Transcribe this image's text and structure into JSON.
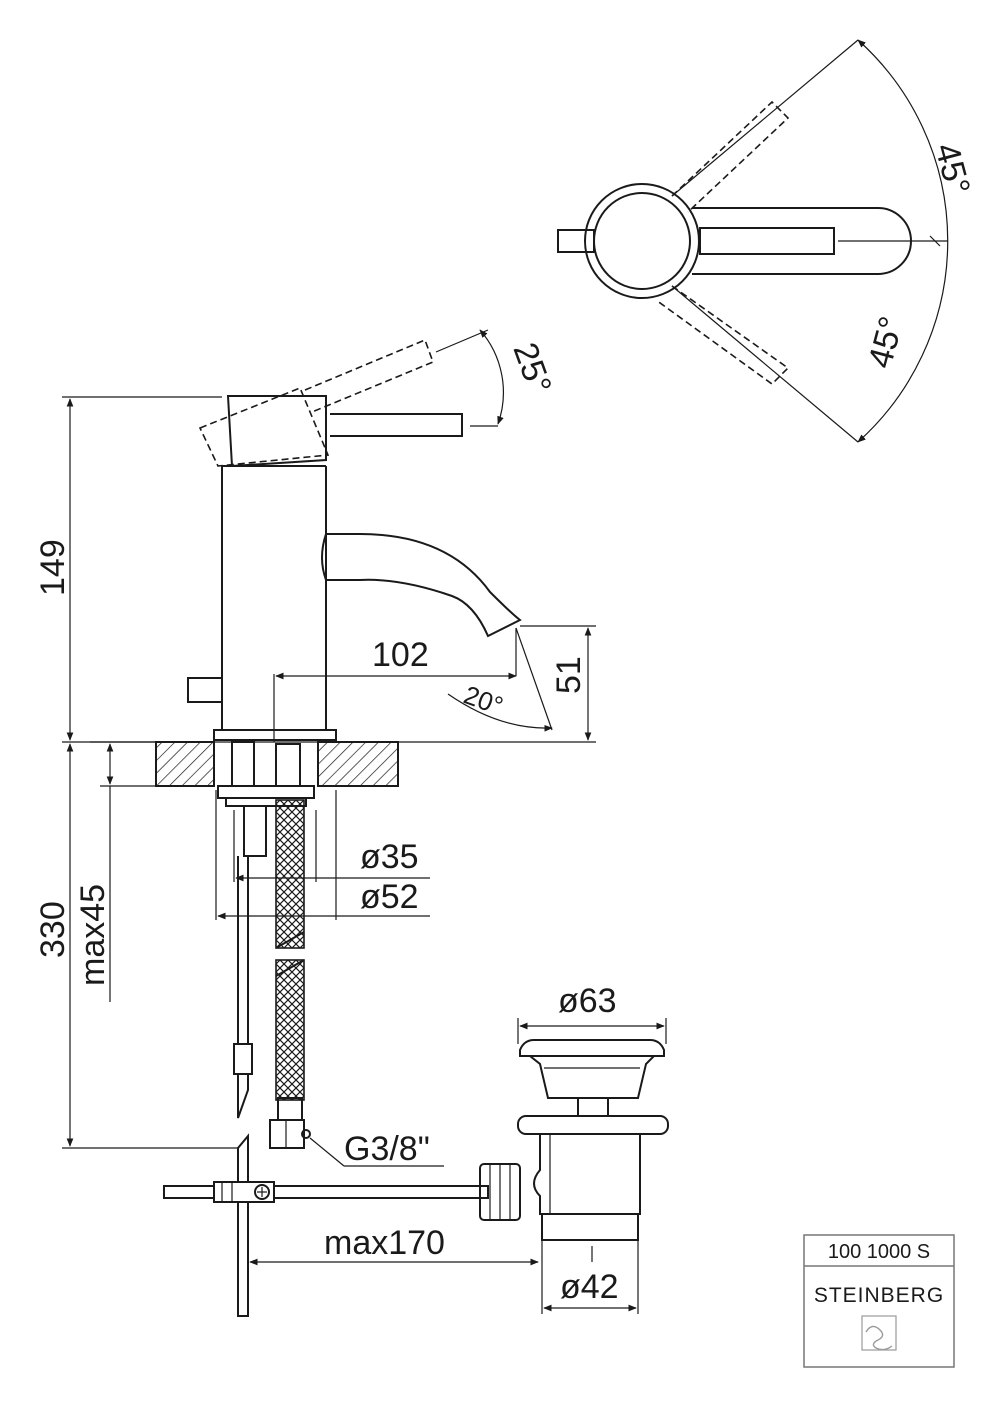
{
  "dimensions": {
    "angle_top_upper": "45°",
    "angle_top_lower": "45°",
    "angle_lever": "25°",
    "height_total": "149",
    "spout_reach": "102",
    "spout_angle": "20°",
    "spout_height": "51",
    "below_counter": "330",
    "max_thickness": "max45",
    "dia_35": "ø35",
    "dia_52": "ø52",
    "dia_63": "ø63",
    "connection": "G3/8\"",
    "max_rod": "max170",
    "dia_42": "ø42"
  },
  "title_block": {
    "product_code": "100 1000 S",
    "brand": "STEINBERG",
    "logo": "steinberg-logo-icon"
  },
  "colors": {
    "line": "#1a1a1a",
    "background": "#ffffff",
    "title_border": "#777777"
  }
}
